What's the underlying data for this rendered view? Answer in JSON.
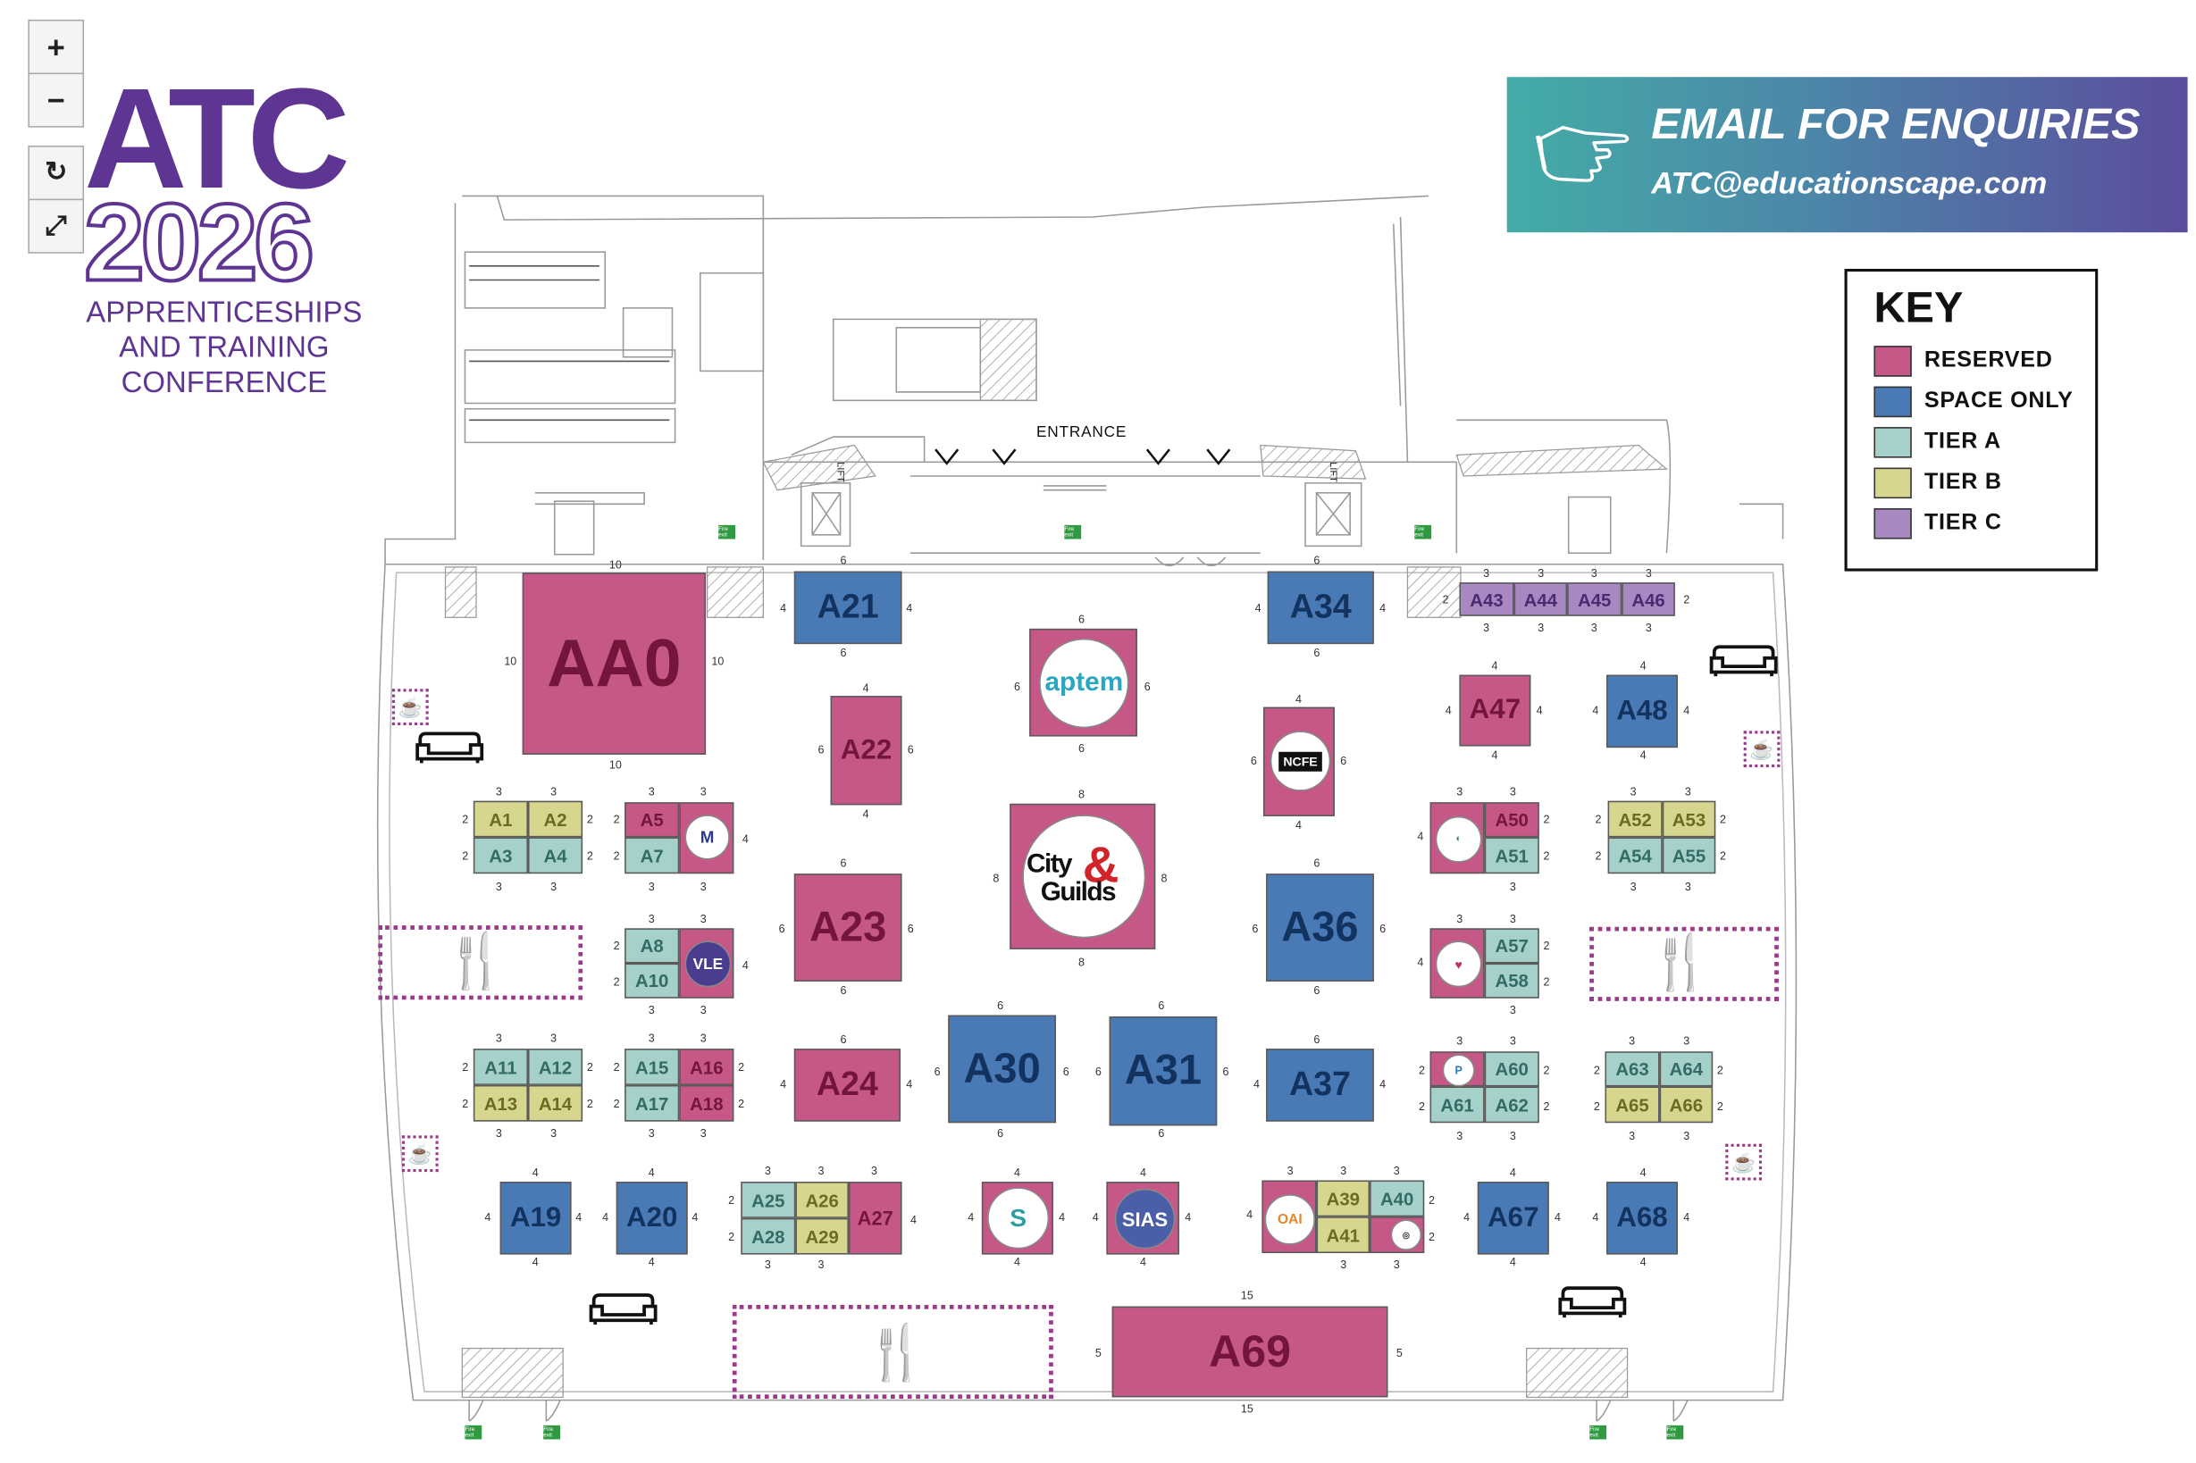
{
  "controls": {
    "zoom_in": "+",
    "zoom_out": "−",
    "reset": "↻",
    "fullscreen": "⤢"
  },
  "logo": {
    "title": "ATC",
    "year": "2026",
    "line1": "APPRENTICESHIPS",
    "line2": "AND TRAINING",
    "line3": "CONFERENCE"
  },
  "banner": {
    "heading": "EMAIL FOR ENQUIRIES",
    "email": "ATC@educationscape.com",
    "icon": "pointing-hand-icon"
  },
  "key": {
    "title": "KEY",
    "items": [
      {
        "label": "RESERVED",
        "color": "#c65888"
      },
      {
        "label": "SPACE ONLY",
        "color": "#4a7ab6"
      },
      {
        "label": "TIER A",
        "color": "#a5d1ca"
      },
      {
        "label": "TIER B",
        "color": "#d7d68f"
      },
      {
        "label": "TIER C",
        "color": "#a788c0"
      }
    ]
  },
  "venue": {
    "entrance": "ENTRANCE",
    "lift": "LIFT",
    "fire_exit": "Fire exit"
  },
  "colors": {
    "reserved": "#c65888",
    "space_only": "#4a7ab6",
    "tier_a": "#a5d1ca",
    "tier_b": "#d7d68f",
    "tier_c": "#a788c0",
    "brand_purple": "#5e3592"
  },
  "booths": {
    "AA0": "AA0",
    "A1": "A1",
    "A2": "A2",
    "A3": "A3",
    "A4": "A4",
    "A5": "A5",
    "A7": "A7",
    "A8": "A8",
    "A10": "A10",
    "A11": "A11",
    "A12": "A12",
    "A13": "A13",
    "A14": "A14",
    "A15": "A15",
    "A16": "A16",
    "A17": "A17",
    "A18": "A18",
    "A19": "A19",
    "A20": "A20",
    "A21": "A21",
    "A22": "A22",
    "A23": "A23",
    "A24": "A24",
    "A25": "A25",
    "A26": "A26",
    "A27": "A27",
    "A28": "A28",
    "A29": "A29",
    "A30": "A30",
    "A31": "A31",
    "A34": "A34",
    "A36": "A36",
    "A37": "A37",
    "A39": "A39",
    "A40": "A40",
    "A41": "A41",
    "A43": "A43",
    "A44": "A44",
    "A45": "A45",
    "A46": "A46",
    "A47": "A47",
    "A48": "A48",
    "A50": "A50",
    "A51": "A51",
    "A52": "A52",
    "A53": "A53",
    "A54": "A54",
    "A55": "A55",
    "A57": "A57",
    "A58": "A58",
    "A60": "A60",
    "A61": "A61",
    "A62": "A62",
    "A63": "A63",
    "A64": "A64",
    "A65": "A65",
    "A66": "A66",
    "A67": "A67",
    "A68": "A68",
    "A69": "A69"
  },
  "exhibitors": {
    "aptem": "aptem",
    "city1": "City",
    "city2": "Guilds",
    "amp": "&",
    "ncfe": "NCFE",
    "sias": "SIAS",
    "vle": "VLE",
    "oai": "OAI"
  }
}
